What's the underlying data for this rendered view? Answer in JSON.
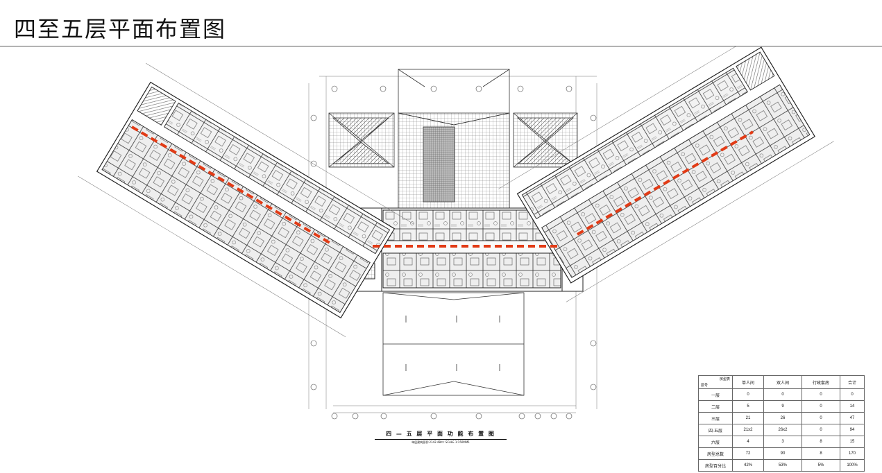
{
  "page": {
    "title": "四至五层平面布置图"
  },
  "plan": {
    "caption": "四 — 五 层 平 面 功 能 布 置 图",
    "subcaption": "单层建筑面积:2142.48m²     SCALE  1:150MM1"
  },
  "room_table": {
    "corner_top": "房型表",
    "corner_bottom": "层号",
    "columns": [
      "单人间",
      "双人间",
      "行政套房",
      "合计"
    ],
    "rows": [
      {
        "label": "一层",
        "values": [
          "0",
          "0",
          "0",
          "0"
        ]
      },
      {
        "label": "二层",
        "values": [
          "5",
          "9",
          "0",
          "14"
        ]
      },
      {
        "label": "三层",
        "values": [
          "21",
          "26",
          "0",
          "47"
        ]
      },
      {
        "label": "四-五层",
        "values": [
          "21x2",
          "26x2",
          "0",
          "94"
        ]
      },
      {
        "label": "六层",
        "values": [
          "4",
          "3",
          "8",
          "15"
        ]
      },
      {
        "label": "房型总数",
        "values": [
          "72",
          "90",
          "8",
          "170"
        ]
      },
      {
        "label": "房型百分比",
        "values": [
          "42%",
          "53%",
          "5%",
          "100%"
        ]
      }
    ]
  },
  "colors": {
    "corridor_marker": "#e23b16",
    "linework": "#222222"
  }
}
